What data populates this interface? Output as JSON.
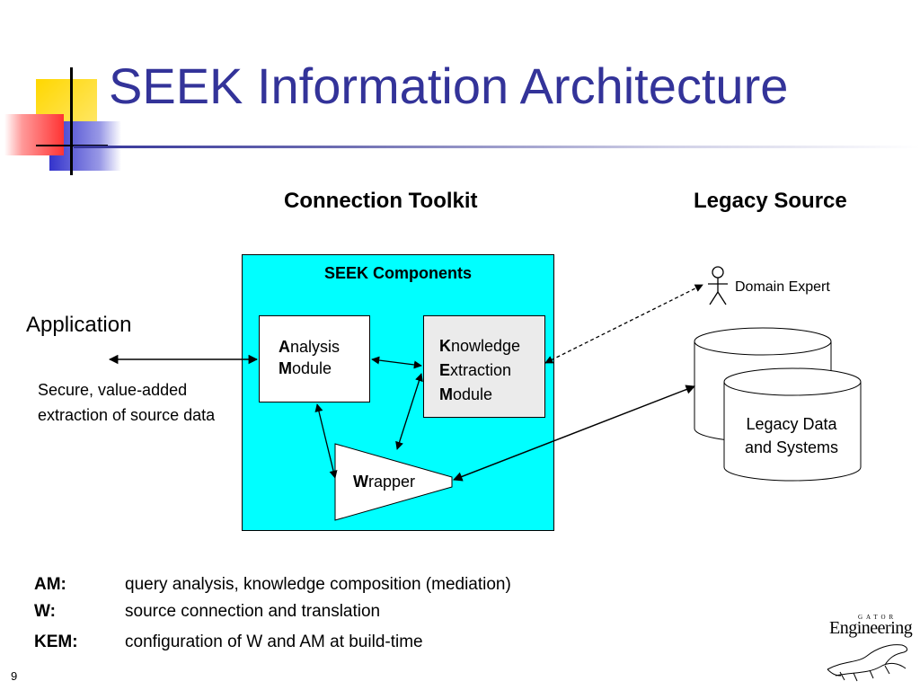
{
  "slide": {
    "title": "SEEK Information Architecture",
    "page_number": "9"
  },
  "headings": {
    "connection_toolkit": "Connection Toolkit",
    "legacy_source": "Legacy Source"
  },
  "seek_components": {
    "title": "SEEK Components",
    "analysis_module": {
      "initial_1": "A",
      "rest_1": "nalysis",
      "initial_2": "M",
      "rest_2": "odule"
    },
    "kem": {
      "initial_1": "K",
      "rest_1": "nowledge",
      "initial_2": "E",
      "rest_2": "xtraction",
      "initial_3": "M",
      "rest_3": "odule"
    },
    "wrapper": {
      "initial": "W",
      "rest": "rapper"
    }
  },
  "application": {
    "label": "Application",
    "description": "Secure, value-added extraction of source data"
  },
  "legacy": {
    "domain_expert": "Domain Expert",
    "data_and_systems_line1": "Legacy Data",
    "data_and_systems_line2": "and Systems"
  },
  "legend": [
    {
      "term": "AM:",
      "definition": "query analysis, knowledge composition (mediation)"
    },
    {
      "term": "W:",
      "definition": "source connection and translation"
    },
    {
      "term": "KEM:",
      "definition": "configuration of W and AM at build-time"
    }
  ],
  "logo": {
    "word": "Engineering",
    "small": "GATOR"
  },
  "colors": {
    "title": "#333399",
    "seek_box": "#00ffff",
    "kem_box": "#ebebeb",
    "logo_yellow": "#ffd700",
    "logo_red": "#ff3333",
    "logo_blue": "#3333cc"
  }
}
